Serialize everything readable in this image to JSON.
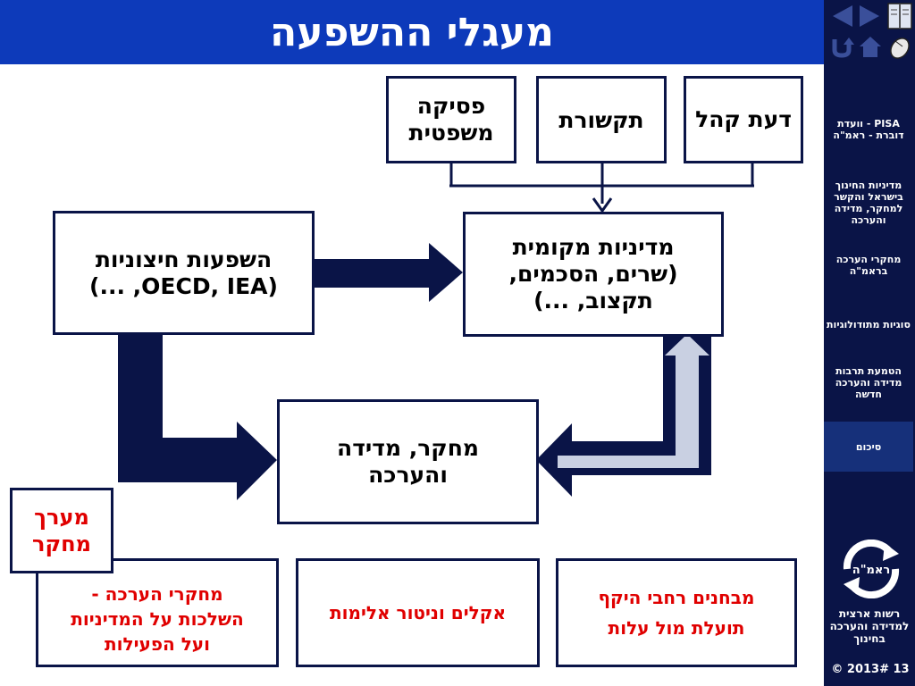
{
  "title": "מעגלי ההשפעה",
  "nav": {
    "prev_icon": "triangle-left",
    "next_icon": "triangle-right",
    "book_icon": "book",
    "return_icon": "return-arrow",
    "home_icon": "house",
    "mouse_icon": "mouse"
  },
  "sidebar": {
    "items": [
      {
        "label": "PISA - וועדת דוברת - ראמ\"ה"
      },
      {
        "label": "מדיניות החינוך בישראל והקשר למחקר, מדידה והערכה"
      },
      {
        "label": "מחקרי הערכה בראמ\"ה"
      },
      {
        "label": "סוגיות מתודולוגיות"
      },
      {
        "label": "הטמעת תרבות מדידה והערכה חדשה"
      },
      {
        "label": "סיכום"
      }
    ],
    "logo_text": "ראמ\"ה",
    "org_name": "רשות ארצית למדידה והערכה בחינוך",
    "page_number": "© 2013# 13"
  },
  "diagram": {
    "top_boxes": [
      "דעת קהל",
      "תקשורת",
      "פסיקה משפטית"
    ],
    "external": {
      "line1": "השפעות חיצוניות",
      "line2": "(OECD, IEA, ...)"
    },
    "local_policy": {
      "line1": "מדיניות מקומית",
      "line2": "(שרים, הסכמים,",
      "line3": "תקצוב, ...)"
    },
    "research": {
      "line1": "מחקר, מדידה",
      "line2": "והערכה"
    },
    "research_array": {
      "line1": "מערך",
      "line2": "מחקר"
    },
    "bottom": [
      {
        "line1": "מבחנים רחבי היקף",
        "line2": "תועלת מול עלות"
      },
      {
        "line1": "אקלים וניטור אלימות"
      },
      {
        "line1": "מחקרי הערכה -",
        "line2": "השלכות על המדיניות",
        "line3": "ועל הפעילות"
      }
    ]
  },
  "colors": {
    "title_bg": "#0d3aba",
    "panel_bg": "#0a1447",
    "arrow": "#0a1447",
    "light_arrow": "#c9d0e2",
    "red_text": "#e00000"
  }
}
